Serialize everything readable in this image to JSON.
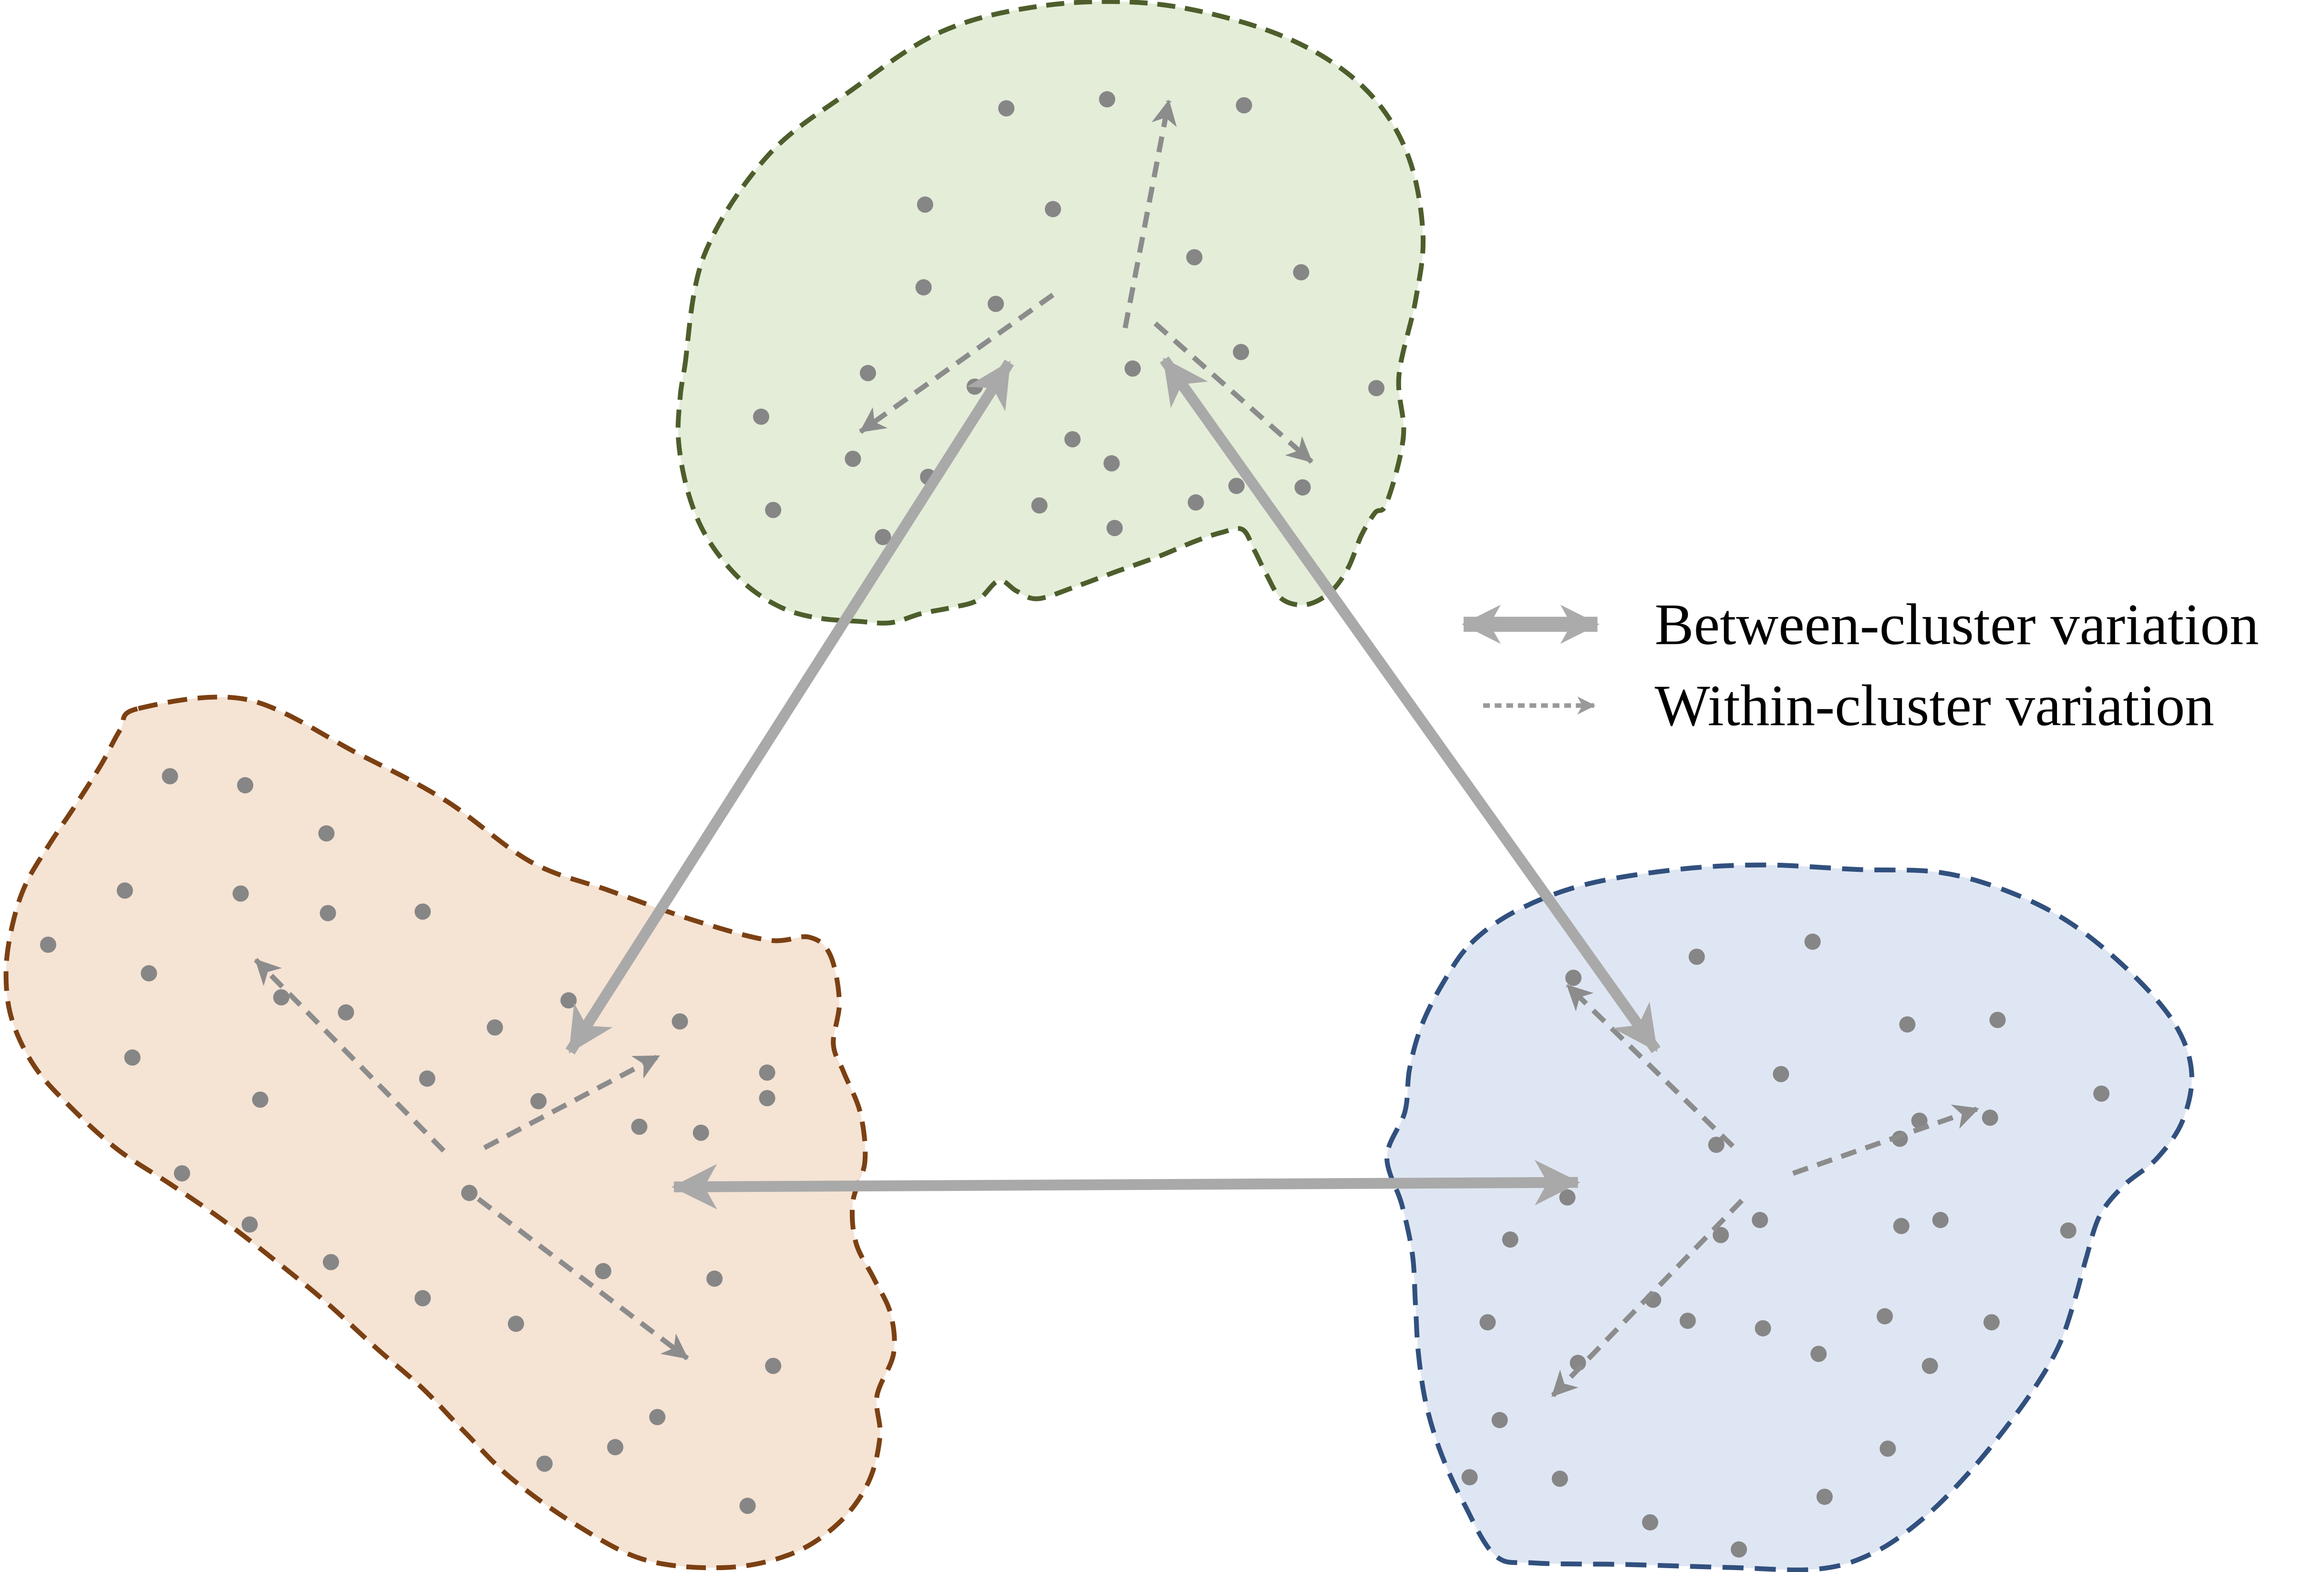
{
  "diagram": {
    "type": "cluster-variation-illustration",
    "background": "#ffffff",
    "point_color": "#868686",
    "within_arrow_color": "#8c8c8c",
    "between_arrow_color": "#a9a9a9",
    "legend": {
      "text_color": "#000000",
      "items": [
        {
          "label": "Between-cluster variation",
          "style": "thick-double-arrow",
          "color": "#ababab",
          "icon": {
            "from": [
              973,
              415
            ],
            "to": [
              1062,
              415
            ],
            "stroke_width": 10
          }
        },
        {
          "label": "Within-cluster variation",
          "style": "dashed-arrow",
          "color": "#9a9a9a",
          "icon": {
            "from": [
              986,
              469
            ],
            "to": [
              1060,
              469
            ],
            "stroke_width": 3,
            "dash": "4.5 3.2"
          }
        }
      ]
    },
    "clusters": [
      {
        "id": "top",
        "color_name": "green",
        "fill": "#e3edd8",
        "stroke": "#4d5e2c",
        "border_dash": "12 6.5",
        "blob": [
          [
            455,
            245
          ],
          [
            468,
            170
          ],
          [
            510,
            104
          ],
          [
            566,
            60
          ],
          [
            626,
            21
          ],
          [
            692,
            4
          ],
          [
            762,
            2
          ],
          [
            827,
            15
          ],
          [
            877,
            36
          ],
          [
            914,
            66
          ],
          [
            937,
            106
          ],
          [
            946,
            156
          ],
          [
            941,
            200
          ],
          [
            930,
            250
          ],
          [
            933,
            290
          ],
          [
            922,
            334
          ],
          [
            914,
            341
          ],
          [
            905,
            356
          ],
          [
            896,
            378
          ],
          [
            884,
            394
          ],
          [
            868,
            402
          ],
          [
            852,
            398
          ],
          [
            842,
            382
          ],
          [
            834,
            366
          ],
          [
            826,
            352
          ],
          [
            812,
            354
          ],
          [
            794,
            360
          ],
          [
            770,
            370
          ],
          [
            742,
            380
          ],
          [
            715,
            390
          ],
          [
            690,
            398
          ],
          [
            676,
            393
          ],
          [
            664,
            386
          ],
          [
            650,
            399
          ],
          [
            632,
            404
          ],
          [
            612,
            408
          ],
          [
            592,
            414
          ],
          [
            570,
            413
          ],
          [
            545,
            411
          ],
          [
            522,
            405
          ],
          [
            500,
            392
          ],
          [
            481,
            373
          ],
          [
            466,
            350
          ],
          [
            456,
            322
          ],
          [
            451,
            292
          ],
          [
            452,
            266
          ]
        ],
        "dots": [
          [
            669,
            72
          ],
          [
            736,
            66
          ],
          [
            827,
            70
          ],
          [
            615,
            136
          ],
          [
            700,
            139
          ],
          [
            794,
            171
          ],
          [
            865,
            181
          ],
          [
            614,
            191
          ],
          [
            662,
            202
          ],
          [
            577,
            248
          ],
          [
            648,
            257
          ],
          [
            753,
            245
          ],
          [
            825,
            234
          ],
          [
            915,
            258
          ],
          [
            506,
            277
          ],
          [
            713,
            292
          ],
          [
            739,
            308
          ],
          [
            567,
            305
          ],
          [
            617,
            317
          ],
          [
            514,
            339
          ],
          [
            587,
            357
          ],
          [
            691,
            336
          ],
          [
            741,
            351
          ],
          [
            795,
            334
          ],
          [
            822,
            323
          ],
          [
            866,
            324
          ]
        ],
        "within_arrows": [
          {
            "from": [
              748,
              218
            ],
            "to": [
              777,
              67
            ]
          },
          {
            "from": [
              700,
              196
            ],
            "to": [
              572,
              287
            ]
          },
          {
            "from": [
              768,
              215
            ],
            "to": [
              872,
              307
            ]
          }
        ]
      },
      {
        "id": "bottom-left",
        "color_name": "orange",
        "fill": "#f5e3d4",
        "stroke": "#7b4012",
        "border_dash": "13 7",
        "blob": [
          [
            92,
            471
          ],
          [
            164,
            465
          ],
          [
            238,
            501
          ],
          [
            296,
            532
          ],
          [
            353,
            573
          ],
          [
            405,
            592
          ],
          [
            462,
            612
          ],
          [
            511,
            625
          ],
          [
            538,
            623
          ],
          [
            552,
            635
          ],
          [
            558,
            666
          ],
          [
            554,
            694
          ],
          [
            561,
            713
          ],
          [
            572,
            740
          ],
          [
            575,
            772
          ],
          [
            567,
            799
          ],
          [
            569,
            826
          ],
          [
            581,
            850
          ],
          [
            592,
            873
          ],
          [
            594,
            900
          ],
          [
            583,
            928
          ],
          [
            585,
            955
          ],
          [
            577,
            986
          ],
          [
            557,
            1013
          ],
          [
            526,
            1033
          ],
          [
            483,
            1042
          ],
          [
            429,
            1037
          ],
          [
            382,
            1013
          ],
          [
            339,
            982
          ],
          [
            308,
            951
          ],
          [
            281,
            923
          ],
          [
            250,
            896
          ],
          [
            216,
            865
          ],
          [
            183,
            838
          ],
          [
            148,
            811
          ],
          [
            113,
            787
          ],
          [
            78,
            764
          ],
          [
            47,
            736
          ],
          [
            23,
            709
          ],
          [
            8,
            678
          ],
          [
            4,
            647
          ],
          [
            8,
            616
          ],
          [
            17,
            588
          ],
          [
            33,
            561
          ],
          [
            51,
            534
          ],
          [
            68,
            507
          ],
          [
            80,
            485
          ]
        ],
        "dots": [
          [
            113,
            516
          ],
          [
            163,
            522
          ],
          [
            217,
            554
          ],
          [
            83,
            592
          ],
          [
            160,
            594
          ],
          [
            218,
            607
          ],
          [
            281,
            606
          ],
          [
            32,
            628
          ],
          [
            99,
            647
          ],
          [
            187,
            663
          ],
          [
            230,
            673
          ],
          [
            329,
            683
          ],
          [
            378,
            665
          ],
          [
            452,
            679
          ],
          [
            510,
            713
          ],
          [
            88,
            703
          ],
          [
            173,
            731
          ],
          [
            284,
            717
          ],
          [
            358,
            732
          ],
          [
            425,
            749
          ],
          [
            466,
            753
          ],
          [
            510,
            730
          ],
          [
            121,
            780
          ],
          [
            166,
            814
          ],
          [
            312,
            793
          ],
          [
            220,
            839
          ],
          [
            281,
            863
          ],
          [
            343,
            880
          ],
          [
            401,
            845
          ],
          [
            475,
            850
          ],
          [
            514,
            908
          ],
          [
            437,
            942
          ],
          [
            362,
            973
          ],
          [
            497,
            1001
          ],
          [
            409,
            962
          ]
        ],
        "within_arrows": [
          {
            "from": [
              295,
              765
            ],
            "to": [
              170,
              638
            ]
          },
          {
            "from": [
              322,
              763
            ],
            "to": [
              438,
              702
            ]
          },
          {
            "from": [
              318,
              797
            ],
            "to": [
              457,
              903
            ]
          }
        ]
      },
      {
        "id": "bottom-right",
        "color_name": "blue",
        "fill": "#dfe6f3",
        "stroke": "#31507e",
        "border_dash": "14 7.5",
        "blob": [
          [
            978,
            627
          ],
          [
            1009,
            605
          ],
          [
            1054,
            588
          ],
          [
            1115,
            578
          ],
          [
            1173,
            575
          ],
          [
            1235,
            578
          ],
          [
            1290,
            580
          ],
          [
            1336,
            593
          ],
          [
            1377,
            614
          ],
          [
            1417,
            647
          ],
          [
            1446,
            681
          ],
          [
            1457,
            713
          ],
          [
            1451,
            745
          ],
          [
            1434,
            770
          ],
          [
            1412,
            788
          ],
          [
            1396,
            808
          ],
          [
            1387,
            836
          ],
          [
            1379,
            865
          ],
          [
            1369,
            894
          ],
          [
            1353,
            922
          ],
          [
            1332,
            951
          ],
          [
            1308,
            980
          ],
          [
            1279,
            1009
          ],
          [
            1246,
            1032
          ],
          [
            1209,
            1043
          ],
          [
            1150,
            1042
          ],
          [
            1080,
            1040
          ],
          [
            1020,
            1039
          ],
          [
            994,
            1034
          ],
          [
            973,
            999
          ],
          [
            958,
            966
          ],
          [
            948,
            933
          ],
          [
            943,
            900
          ],
          [
            941,
            867
          ],
          [
            939,
            834
          ],
          [
            932,
            801
          ],
          [
            922,
            769
          ],
          [
            934,
            739
          ],
          [
            937,
            711
          ],
          [
            945,
            682
          ],
          [
            959,
            654
          ]
        ],
        "dots": [
          [
            1046,
            650
          ],
          [
            1128,
            636
          ],
          [
            1205,
            626
          ],
          [
            1268,
            681
          ],
          [
            1328,
            678
          ],
          [
            1184,
            714
          ],
          [
            1276,
            745
          ],
          [
            1323,
            743
          ],
          [
            1397,
            727
          ],
          [
            1042,
            796
          ],
          [
            1004,
            824
          ],
          [
            1144,
            821
          ],
          [
            1264,
            815
          ],
          [
            1290,
            811
          ],
          [
            1375,
            818
          ],
          [
            989,
            879
          ],
          [
            1049,
            906
          ],
          [
            1099,
            864
          ],
          [
            1172,
            883
          ],
          [
            1253,
            875
          ],
          [
            1324,
            879
          ],
          [
            997,
            944
          ],
          [
            1037,
            983
          ],
          [
            1097,
            1012
          ],
          [
            1156,
            1030
          ],
          [
            1213,
            995
          ],
          [
            1255,
            963
          ],
          [
            1283,
            908
          ],
          [
            977,
            982
          ],
          [
            1141,
            761
          ],
          [
            1263,
            757
          ],
          [
            1170,
            811
          ],
          [
            1122,
            878
          ],
          [
            1209,
            900
          ]
        ],
        "within_arrows": [
          {
            "from": [
              1152,
              762
            ],
            "to": [
              1042,
              655
            ]
          },
          {
            "from": [
              1192,
              780
            ],
            "to": [
              1315,
              737
            ]
          },
          {
            "from": [
              1158,
              798
            ],
            "to": [
              1032,
              928
            ]
          }
        ]
      }
    ],
    "between_arrows": [
      {
        "between": [
          "bottom-left",
          "top"
        ],
        "from": [
          379,
          699
        ],
        "to": [
          671,
          241
        ]
      },
      {
        "between": [
          "top",
          "bottom-right"
        ],
        "from": [
          774,
          239
        ],
        "to": [
          1101,
          698
        ]
      },
      {
        "between": [
          "bottom-left",
          "bottom-right"
        ],
        "from": [
          448,
          789
        ],
        "to": [
          1049,
          786
        ]
      }
    ]
  }
}
